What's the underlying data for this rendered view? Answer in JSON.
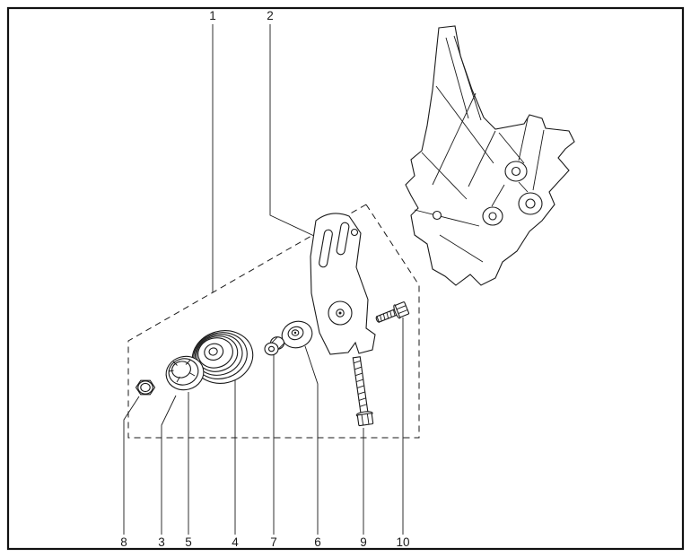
{
  "diagram": {
    "ink_color": "#1a1a1a",
    "background_color": "#ffffff",
    "callouts_top": [
      {
        "label": "1"
      },
      {
        "label": "2"
      }
    ],
    "callouts_bottom": [
      {
        "label": "8"
      },
      {
        "label": "3"
      },
      {
        "label": "5"
      },
      {
        "label": "4"
      },
      {
        "label": "7"
      },
      {
        "label": "6"
      },
      {
        "label": "9"
      },
      {
        "label": "10"
      }
    ]
  }
}
